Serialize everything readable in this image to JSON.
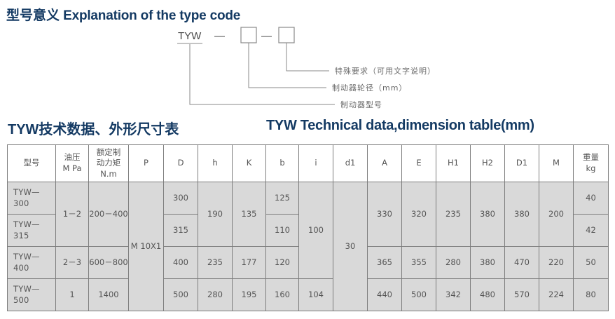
{
  "titles": {
    "type_code_cn": "型号意义",
    "type_code_en": "Explanation of the type code",
    "table_cn": "TYW技术数据、外形尺寸表",
    "table_en": "TYW Technical data,dimension table(mm)"
  },
  "diagram": {
    "code_label": "TYW",
    "dash1": "—",
    "dash2": "—",
    "box1": "",
    "box2": "",
    "annotations": [
      "特殊要求（可用文字说明）",
      "制动器轮径（mm）",
      "制动器型号"
    ]
  },
  "table": {
    "headers": [
      {
        "line1": "型号",
        "line2": ""
      },
      {
        "line1": "油压",
        "line2": "M Pa"
      },
      {
        "line1": "额定制",
        "line2": "动力矩",
        "line3": "N.m"
      },
      {
        "line1": "P",
        "line2": ""
      },
      {
        "line1": "D",
        "line2": ""
      },
      {
        "line1": "h",
        "line2": ""
      },
      {
        "line1": "K",
        "line2": ""
      },
      {
        "line1": "b",
        "line2": ""
      },
      {
        "line1": "i",
        "line2": ""
      },
      {
        "line1": "d1",
        "line2": ""
      },
      {
        "line1": "A",
        "line2": ""
      },
      {
        "line1": "E",
        "line2": ""
      },
      {
        "line1": "H1",
        "line2": ""
      },
      {
        "line1": "H2",
        "line2": ""
      },
      {
        "line1": "D1",
        "line2": ""
      },
      {
        "line1": "M",
        "line2": ""
      },
      {
        "line1": "重量",
        "line2": "kg"
      }
    ],
    "rows": [
      {
        "model": "TYW—300",
        "pressure": "1－2",
        "torque": "200－400",
        "P": "M 10X1",
        "D": "300",
        "h": "190",
        "K": "135",
        "b": "125",
        "i": "100",
        "d1": "30",
        "A": "330",
        "E": "320",
        "H1": "235",
        "H2": "380",
        "D1": "380",
        "M": "200",
        "weight": "40"
      },
      {
        "model": "TYW—315",
        "D": "315",
        "b": "110",
        "weight": "42"
      },
      {
        "model": "TYW—400",
        "pressure": "2－3",
        "torque": "600－800",
        "D": "400",
        "h": "235",
        "K": "177",
        "b": "120",
        "A": "365",
        "E": "355",
        "H1": "280",
        "H2": "380",
        "D1": "470",
        "M": "220",
        "weight": "50"
      },
      {
        "model": "TYW—500",
        "pressure": "1",
        "torque": "1400",
        "D": "500",
        "h": "280",
        "K": "195",
        "b": "160",
        "i": "104",
        "A": "440",
        "E": "500",
        "H1": "342",
        "H2": "480",
        "D1": "570",
        "M": "224",
        "weight": "80"
      }
    ]
  },
  "colors": {
    "title": "#143a63",
    "table_border": "#7d7d7d",
    "row_fill": "#d9d9d9",
    "text": "#555555",
    "line": "#8a8a8a"
  }
}
